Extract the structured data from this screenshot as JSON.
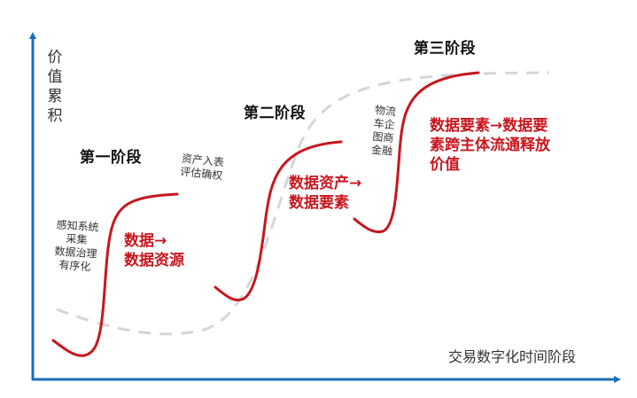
{
  "colors": {
    "axis": "#1a6fb8",
    "curve": "#c8161d",
    "dashed": "#d3d6da",
    "text": "#222222",
    "accent_text": "#c8161d"
  },
  "axes": {
    "y_label": "价值累积",
    "x_label": "交易数字化时间阶段"
  },
  "stages": [
    {
      "title": "第一阶段",
      "note_lines": [
        "感知系统",
        "采集",
        "数据治理",
        "有序化"
      ],
      "highlight_lines": [
        "数据→",
        "数据资源"
      ]
    },
    {
      "title": "第二阶段",
      "note_lines": [
        "资产入表",
        "评估确权"
      ],
      "highlight_lines": [
        "数据资产→",
        "数据要素"
      ]
    },
    {
      "title": "第三阶段",
      "note_lines": [
        "物流",
        "车企",
        "图商",
        "金融"
      ],
      "highlight_lines": [
        "数据要素→数据要",
        "素跨主体流通释放",
        "价值"
      ]
    }
  ]
}
